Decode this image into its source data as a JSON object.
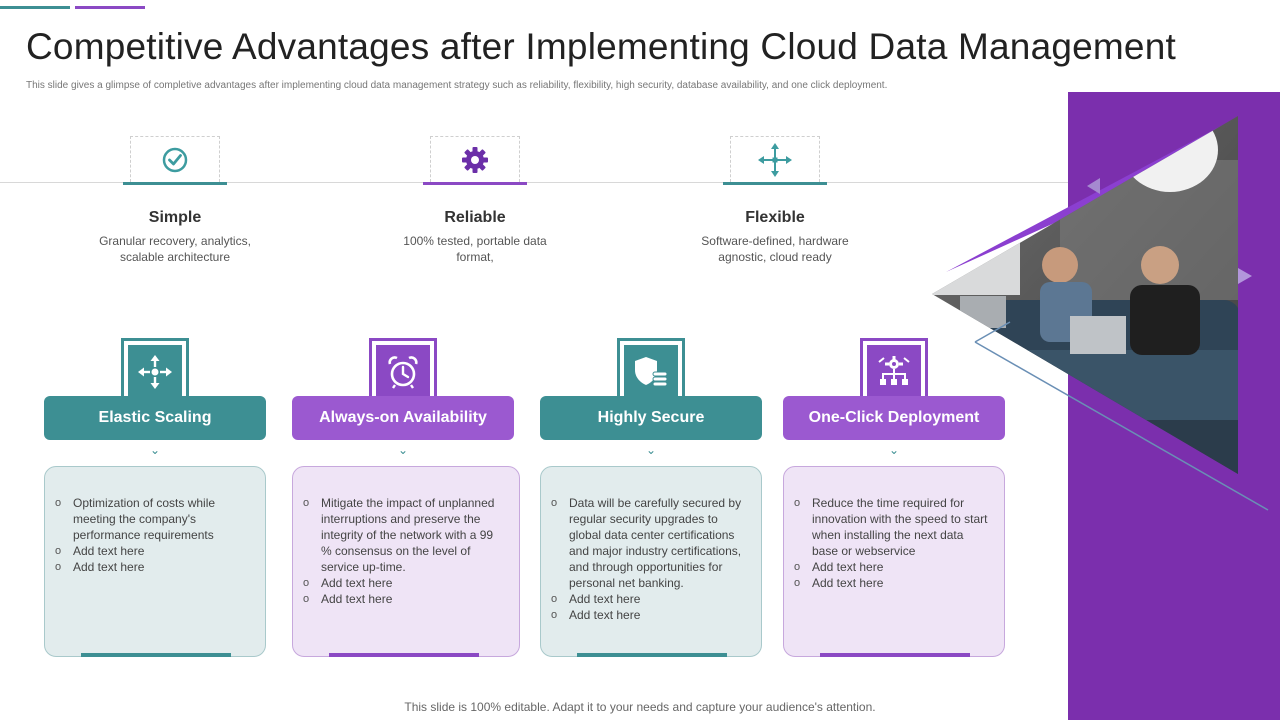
{
  "title": "Competitive Advantages after Implementing Cloud Data Management",
  "subtitle": "This slide gives a glimpse of completive advantages after implementing  cloud data management strategy such as reliability, flexibility, high security, database availability, and one click deployment.",
  "colors": {
    "teal": "#3d8f93",
    "purple": "#8b49c4",
    "panel": "#7b2fad"
  },
  "top_features": [
    {
      "name": "Simple",
      "desc": "Granular recovery,  analytics, scalable architecture",
      "icon": "check-circle-icon"
    },
    {
      "name": "Reliable",
      "desc": "100% tested, portable data format,",
      "icon": "gear-icon"
    },
    {
      "name": "Flexible",
      "desc": "Software-defined,  hardware agnostic, cloud ready",
      "icon": "move-arrows-icon"
    }
  ],
  "cards": [
    {
      "title": "Elastic Scaling",
      "icon": "expand-arrows-icon",
      "items": [
        "Optimization of costs while meeting the company's performance  requirements",
        "Add text here",
        "Add text here"
      ]
    },
    {
      "title": "Always-on Availability",
      "icon": "alarm-clock-icon",
      "items": [
        "Mitigate the impact of unplanned interruptions and preserve  the integrity of the network with a 99 % consensus on the level of service up-time.",
        "Add text here",
        "Add text here"
      ]
    },
    {
      "title": "Highly Secure",
      "icon": "shield-database-icon",
      "items": [
        "Data will be carefully secured by regular security upgrades to global data center certifications and major industry certifications, and through opportunities for personal net banking.",
        "Add text here",
        "Add text here"
      ]
    },
    {
      "title": "One-Click Deployment",
      "icon": "network-gear-icon",
      "items": [
        "Reduce the time required for innovation  with the speed to start when installing the next data base or webservice",
        "Add text here",
        "Add text here"
      ]
    }
  ],
  "footer": "This slide is 100% editable. Adapt it to your needs and capture your audience's attention."
}
